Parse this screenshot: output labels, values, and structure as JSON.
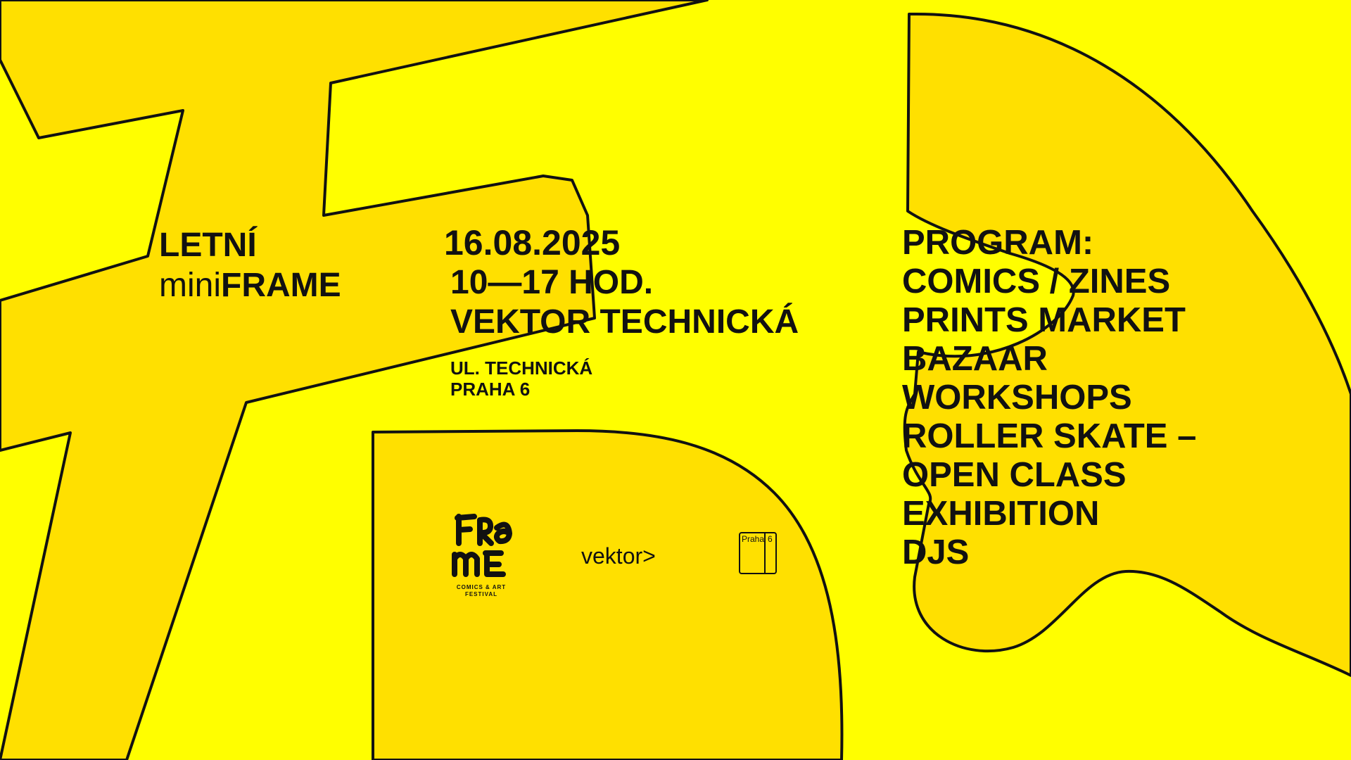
{
  "event": {
    "title_line1": "LETNÍ",
    "title_mini": "mini",
    "title_frame": "FRAME",
    "date": "16.08.2025",
    "time": "10—17 HOD.",
    "venue": "VEKTOR TECHNICKÁ",
    "address_line1": "UL. TECHNICKÁ",
    "address_line2": "PRAHA 6"
  },
  "program": {
    "heading": "PROGRAM:",
    "items": [
      "COMICS / ZINES",
      "PRINTS MARKET",
      "BAZAAR",
      "WORKSHOPS",
      "ROLLER SKATE –",
      "OPEN CLASS",
      "EXHIBITION",
      "DJS"
    ]
  },
  "logos": {
    "frame_caption_line1": "COMICS & ART",
    "frame_caption_line2": "FESTIVAL",
    "frame_mark": "FRAME",
    "vektor": "vektor>",
    "praha_label": "Praha",
    "praha_number": "6"
  },
  "colors": {
    "background": "#fffe00",
    "shape_fill": "#ffe000",
    "ink": "#111111"
  }
}
